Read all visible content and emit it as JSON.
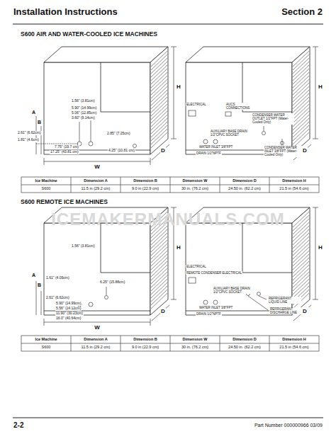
{
  "diagram": {
    "labels": [
      "Installation Instructions",
      "Section 2",
      "S600 AIR AND WATER-COOLED ICE MACHINES",
      "1.56\" (3.81cm)",
      "5.90\" (14.99cm)",
      "5.06\" (12.85cm)",
      "3.60\" (9.14cm)",
      "A",
      "B",
      "2.61\" (6.62cm)",
      "1.81\" (4.6cm)",
      "7.75\" (19.7 cm)",
      "17.25\" (43.81 cm)",
      "2.85\" (7.25cm)",
      "4.25\" (10.81 cm)",
      "W",
      "D",
      "H",
      "ELECTRICAL",
      "AUCS CONNECTIONS",
      "CONDENSER WATER OUTLET 1/2\"FPT (Water-Cooled Only)",
      "AUXILIARY BASE DRAIN 1/2\"CPVC SOCKET",
      "WATER INLET 3/8\"FPT",
      "DRAIN 1/2\"NPTF",
      "CONDENSER WATER INLET 3/8\"FPT (Water-Cooled Only)",
      "H",
      "D",
      "Ice Machine",
      "Dimension A",
      "Dimension B",
      "Dimension W",
      "Dimension D",
      "Dimension H",
      "S600",
      "11.5 in (29.2 cm)",
      "9.0 in (22.9 cm)",
      "30 in. (76.2 cm)",
      "24.50 in. (62.2 cm)",
      "21.5 in (54.6 cm)",
      "S600 REMOTE ICE MACHINES",
      "1.56\" (3.81cm)",
      "A",
      "B",
      "1.61\" (4.09cm)",
      "2.61\" (6.62cm)",
      "5.90\" (14.99cm)",
      "5.56\" (14.12cm)",
      "11.90\" (30.23cm)",
      "16.0\" (40.64cm)",
      "6.25\" (15.88cm)",
      "W",
      "D",
      "H",
      "ELECTRICAL",
      "REMOTE CONDENSER ELECTRICAL",
      "AUXILIARY BASE DRAIN 1/2\"CPVC SOCKET",
      "WATER INLET 3/8\"FPT",
      "DRAIN 1/2\"NPTF",
      "REFRIGERANT LIQUID LINE",
      "REFRIGERANT DISCHARGE LINE",
      "H",
      "D",
      "Ice Machine",
      "Dimension A",
      "Dimension B",
      "Dimension W",
      "Dimension D",
      "Dimension H",
      "S600",
      "11.5 in (29.2 cm)",
      "9.0 in (22.9 cm)",
      "30 in. (76.2 cm)",
      "24.50 in. (62.2 cm)",
      "21.5 in (54.6 cm)",
      "ICEMAKERMANUALS.COM",
      "2-2",
      "Part Number 000000966 03/09"
    ]
  }
}
